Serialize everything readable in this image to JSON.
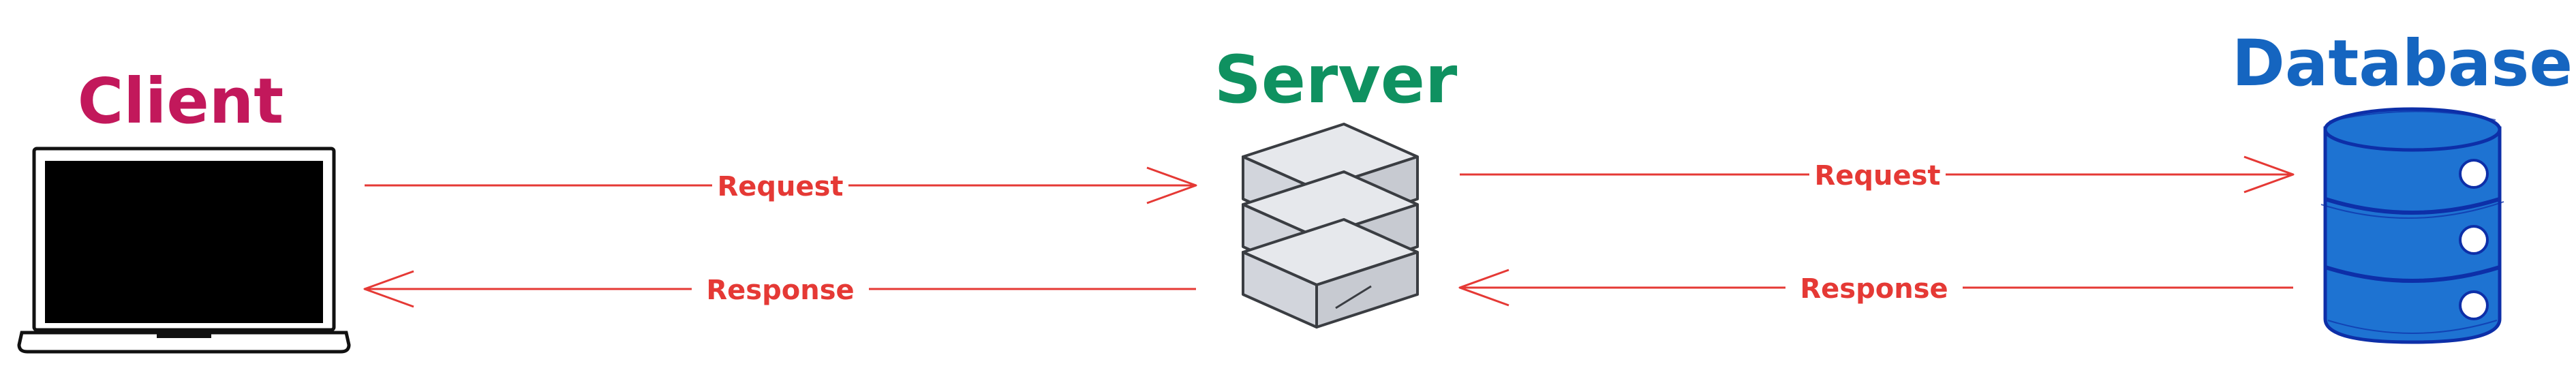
{
  "diagram": {
    "nodes": [
      {
        "id": "client",
        "label": "Client",
        "color": "#c2185b",
        "icon": "laptop-icon"
      },
      {
        "id": "server",
        "label": "Server",
        "color": "#0f9160",
        "icon": "server-stack-icon"
      },
      {
        "id": "database",
        "label": "Database",
        "color": "#1565c0",
        "icon": "database-icon"
      }
    ],
    "edges": [
      {
        "from": "client",
        "to": "server",
        "label": "Request",
        "direction": "forward"
      },
      {
        "from": "server",
        "to": "client",
        "label": "Response",
        "direction": "backward"
      },
      {
        "from": "server",
        "to": "database",
        "label": "Request",
        "direction": "forward"
      },
      {
        "from": "database",
        "to": "server",
        "label": "Response",
        "direction": "backward"
      }
    ],
    "colors": {
      "arrow": "#e53935",
      "laptop_screen": "#000000",
      "server_face": "#d2d5dc",
      "server_stroke": "#3a3d42",
      "database_fill": "#1e73d2",
      "database_stroke": "#0d2fa8"
    }
  }
}
